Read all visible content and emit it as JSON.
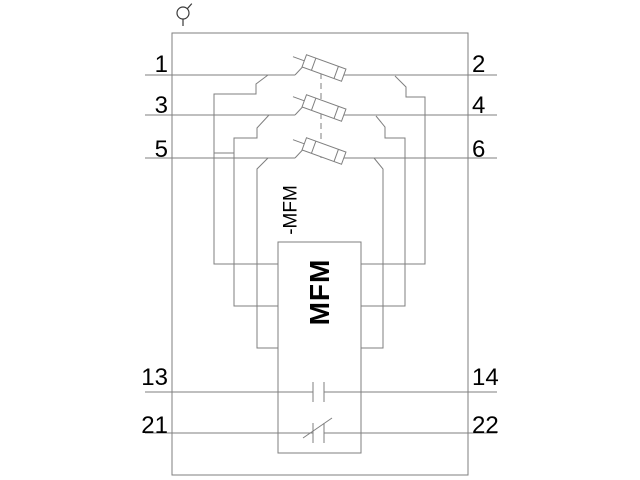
{
  "schematic": {
    "device_tag": "-MFM",
    "device_label": "MFM",
    "terminals": {
      "left": [
        "1",
        "3",
        "5",
        "13",
        "21"
      ],
      "right": [
        "2",
        "4",
        "6",
        "14",
        "22"
      ]
    },
    "colors": {
      "line": "#7f7f7f",
      "text": "#000000",
      "symbol": "#3a3a3a",
      "background": "#ffffff"
    }
  }
}
